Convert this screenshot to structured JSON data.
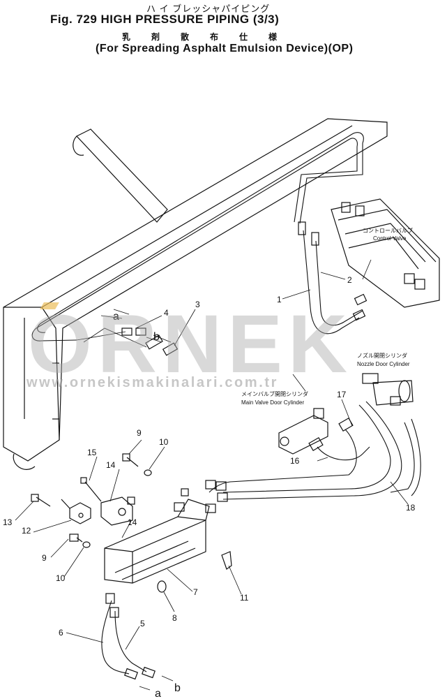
{
  "title": {
    "kana": "ハ イ ブレッシャパイピング",
    "fig_line": "Fig. 729 HIGH PRESSURE PIPING (3/3)",
    "kanji": "乳剤散布仕様",
    "subtitle": "(For Spreading Asphalt Emulsion Device)(OP)"
  },
  "components": {
    "control_valve_jp": "コントロールバルブ",
    "control_valve_en": "Control Valve",
    "nozzle_door_jp": "ノズル開閉シリンダ",
    "nozzle_door_en": "Nozzle Door Cylinder",
    "main_valve_jp": "メインバルブ開閉シリンダ",
    "main_valve_en": "Main Valve Door Cylinder"
  },
  "callouts": [
    "1",
    "2",
    "3",
    "4",
    "5",
    "6",
    "7",
    "8",
    "9",
    "9",
    "10",
    "10",
    "11",
    "12",
    "13",
    "14",
    "14",
    "15",
    "16",
    "17",
    "18"
  ],
  "connection_marks": {
    "a": "a",
    "b": "b"
  },
  "watermark": {
    "text": "ORNEK",
    "url": "www.ornekismakinalari.com.tr"
  }
}
